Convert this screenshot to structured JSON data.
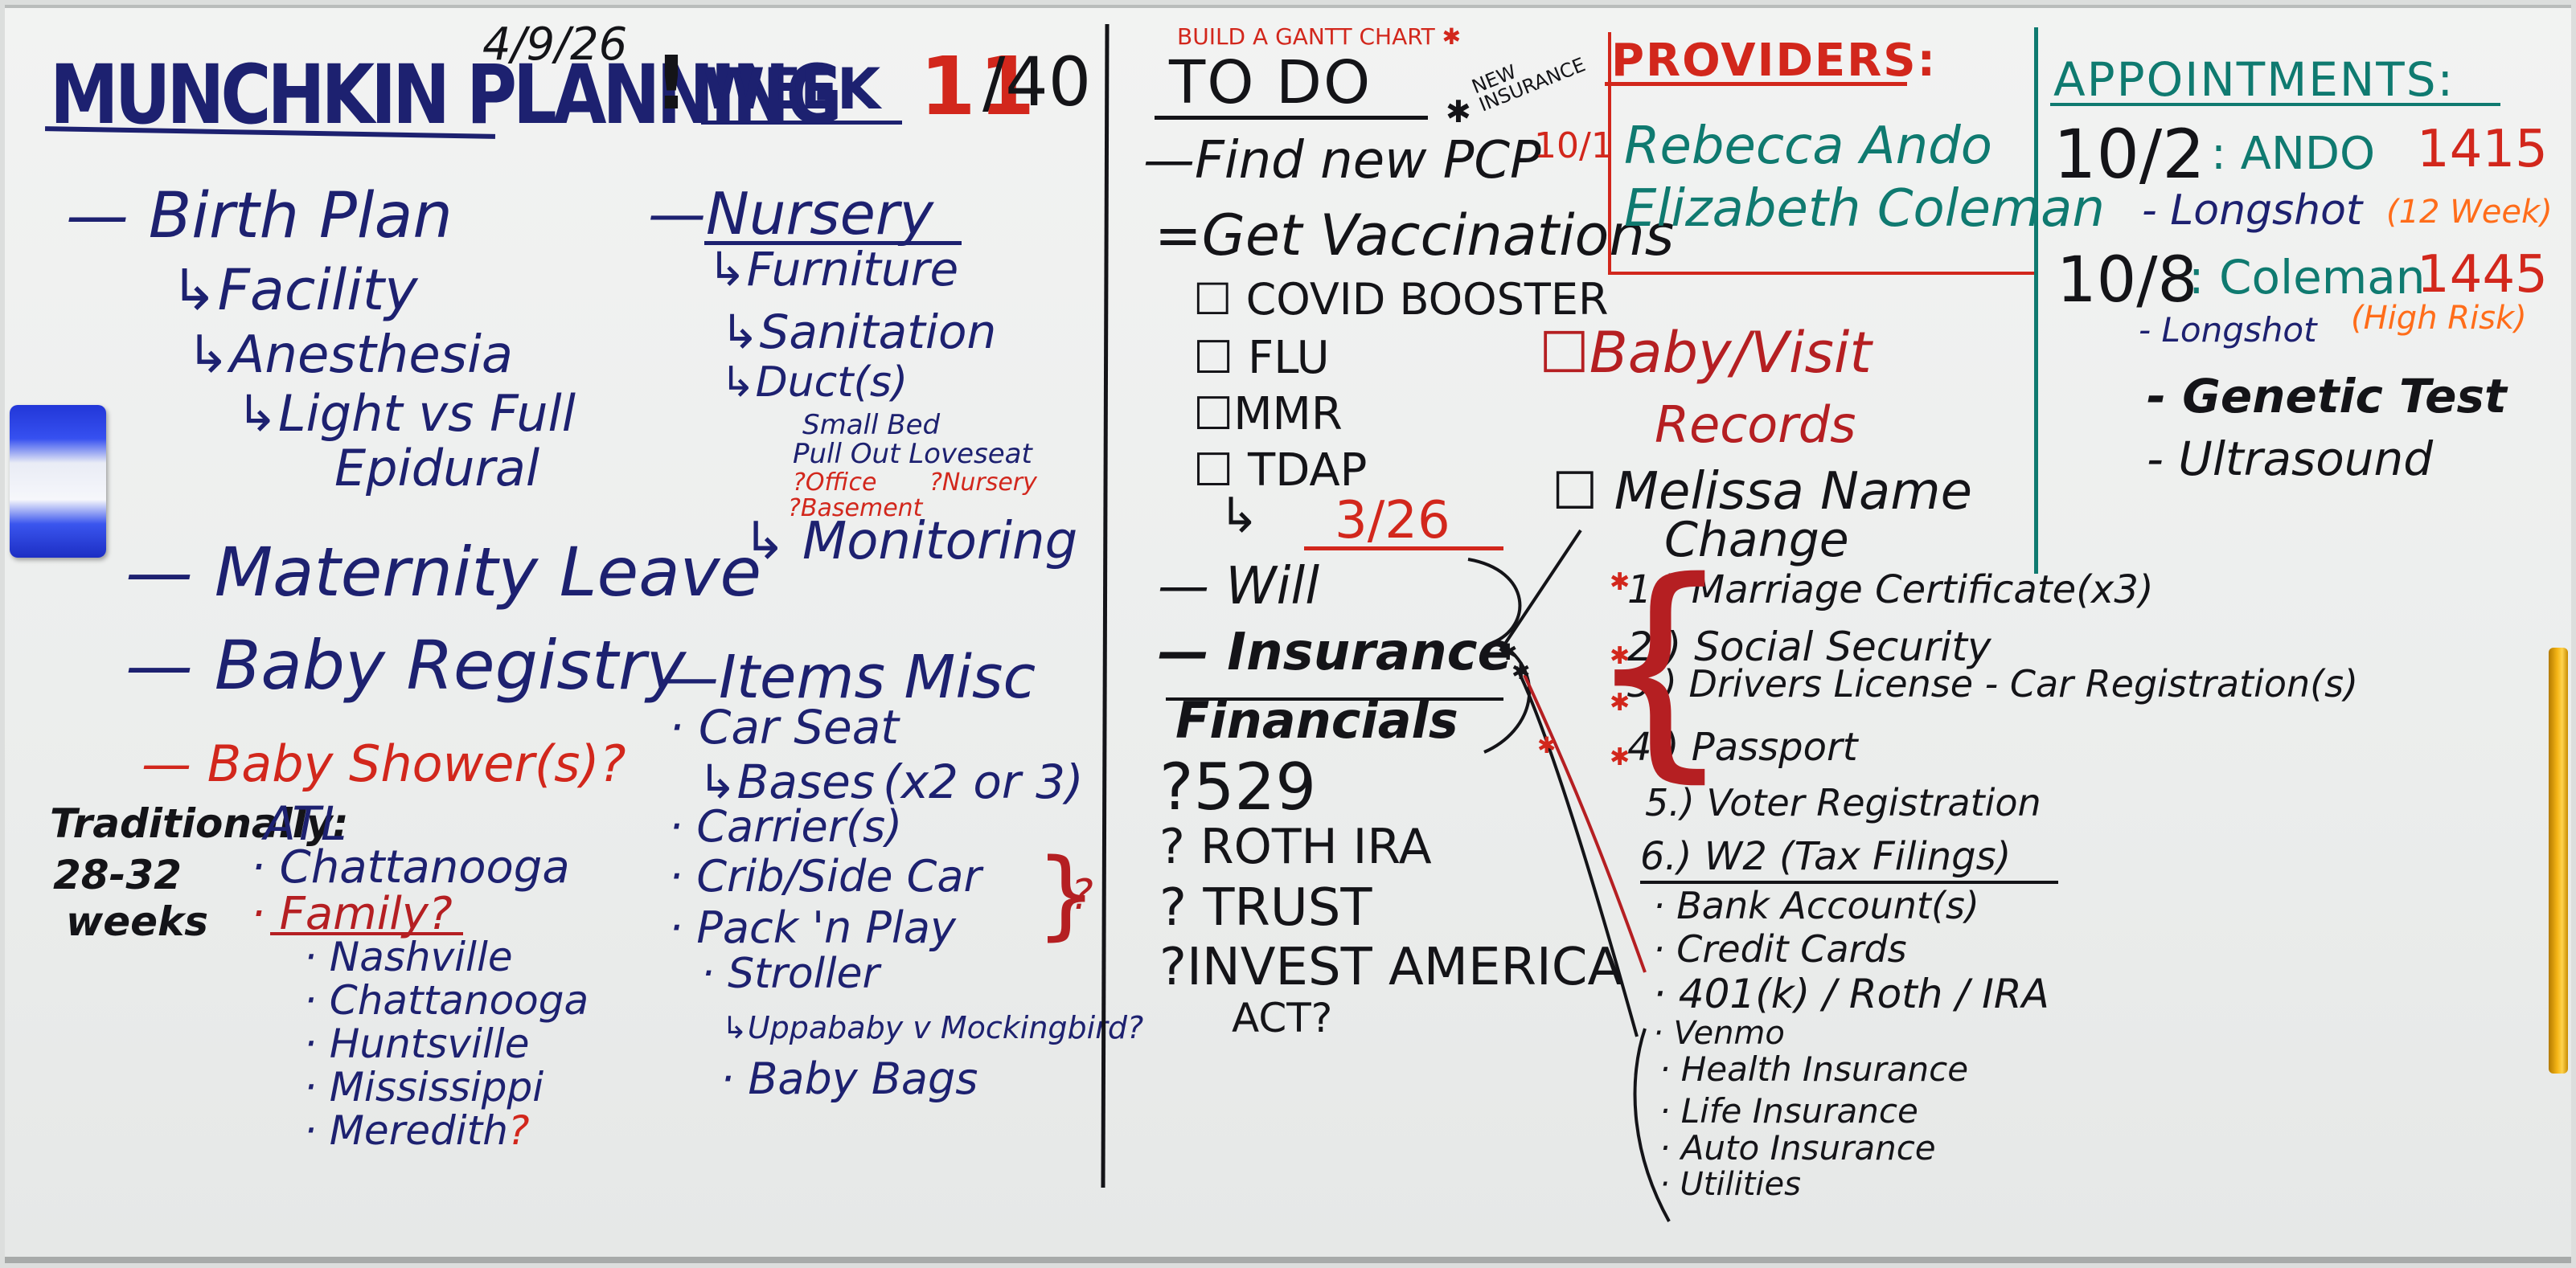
{
  "header": {
    "title": "MUNCHKIN PLANNING",
    "date": "4/9/26",
    "week_label": "WEEK",
    "week_current": "11",
    "week_total": "/40"
  },
  "left": {
    "birth_plan": "Birth Plan",
    "facility": "Facility",
    "anesthesia": "Anesthesia",
    "light_vs_full": "Light vs Full",
    "epidural": "Epidural",
    "maternity_leave": "Maternity Leave",
    "baby_registry": "Baby Registry",
    "baby_shower": "Baby Shower(s)?",
    "traditionally": "Traditionally:",
    "weeks_range": "28-32",
    "weeks_word": "weeks",
    "atl": "ATL",
    "chattanooga": "Chattanooga",
    "family": "Family?",
    "nashville": "Nashville",
    "chattanooga2": "Chattanooga",
    "huntsville": "Huntsville",
    "mississippi": "Mississippi",
    "meredith": "Meredith",
    "meredith_q": "?"
  },
  "middle_left": {
    "nursery": "Nursery",
    "furniture": "Furniture",
    "sanitation": "Sanitation",
    "duct": "Duct(s)",
    "small_bed": "Small Bed",
    "pull_out": "Pull Out Loveseat",
    "office": "?Office",
    "nursery_q": "?Nursery",
    "basement": "?Basement",
    "monitoring": "Monitoring",
    "items_misc": "Items Misc",
    "car_seat": "Car Seat",
    "bases": "Bases",
    "bases_count": "(x2 or 3)",
    "carriers": "Carrier(s)",
    "crib": "Crib/Side Car",
    "pack_n_play": "Pack 'n Play",
    "bracket_q": "?",
    "stroller": "Stroller",
    "uppababy": "Uppababy v Mockingbird?",
    "baby_bags": "Baby Bags"
  },
  "todo": {
    "gantt": "BUILD A GANTT CHART",
    "title": "TO DO",
    "new_insurance": "NEW INSURANCE",
    "find_pcp": "Find new PCP",
    "pcp_date": "10/1",
    "get_vaccinations": "Get Vaccinations",
    "vaccines": [
      "COVID BOOSTER",
      "FLU",
      "MMR",
      "TDAP"
    ],
    "tdap_date": "3/26",
    "will": "Will",
    "insurance": "Insurance",
    "financials": "Financials",
    "f_529": "?529",
    "roth_ira": "? ROTH IRA",
    "trust": "? TRUST",
    "invest_america": "?INVEST AMERICA",
    "act": "ACT?"
  },
  "providers": {
    "title": "PROVIDERS:",
    "names": [
      "Rebecca Ando",
      "Elizabeth Coleman"
    ]
  },
  "records": {
    "baby_visit": "Baby/Visit",
    "records": "Records",
    "melissa": "Melissa Name",
    "change": "Change",
    "steps": [
      "1.) Marriage Certificate(x3)",
      "2.) Social Security",
      "3.) Drivers License - Car Registration(s)",
      "4.) Passport",
      "5.) Voter Registration",
      "6.) W2 (Tax Filings)"
    ],
    "accounts": [
      "Bank Account(s)",
      "Credit Cards",
      "401(k) / Roth / IRA",
      "Venmo",
      "Health Insurance",
      "Life Insurance",
      "Auto Insurance",
      "Utilities"
    ]
  },
  "appointments": {
    "title": "APPOINTMENTS:",
    "appt1_date": "10/2",
    "appt1_name": ": ANDO",
    "appt1_time": "1415",
    "appt1_sub": "- Longshot",
    "appt1_note": "(12 Week)",
    "appt2_date": "10/8",
    "appt2_name": ": Coleman",
    "appt2_time": "1445",
    "appt2_sub": "- Longshot",
    "appt2_note": "(High Risk)",
    "genetic": "- Genetic Test",
    "ultrasound": "- Ultrasound"
  },
  "colors": {
    "navy": "#1d2170",
    "black": "#141418",
    "red": "#d2271c",
    "teal": "#0f7a70",
    "orange": "#ff6d1a",
    "board": "#eceeed"
  }
}
